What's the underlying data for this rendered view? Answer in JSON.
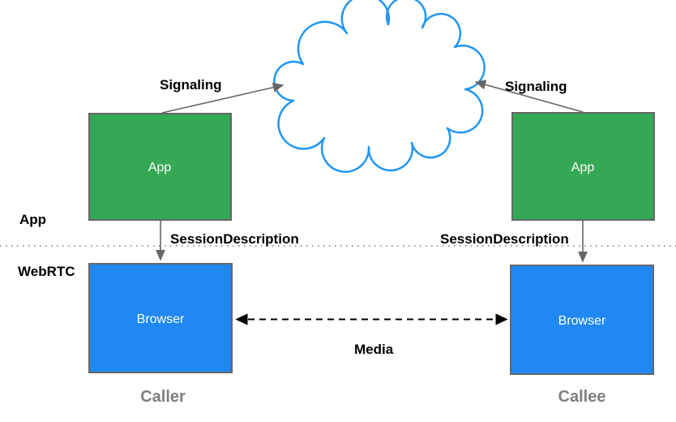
{
  "nodes": {
    "caller_app": {
      "label": "App"
    },
    "callee_app": {
      "label": "App"
    },
    "caller_browser": {
      "label": "Browser"
    },
    "callee_browser": {
      "label": "Browser"
    }
  },
  "edges": {
    "signaling_left": {
      "label": "Signaling"
    },
    "signaling_right": {
      "label": "Signaling"
    },
    "session_description_left": {
      "label": "SessionDescription"
    },
    "session_description_right": {
      "label": "SessionDescription"
    },
    "media": {
      "label": "Media"
    }
  },
  "layers": {
    "app": {
      "label": "App"
    },
    "webrtc": {
      "label": "WebRTC"
    }
  },
  "roles": {
    "caller": {
      "label": "Caller"
    },
    "callee": {
      "label": "Callee"
    }
  },
  "colors": {
    "app_box_fill": "#35a855",
    "browser_box_fill": "#2088f2",
    "box_border": "#666666",
    "cloud_stroke": "#2196f3",
    "cloud_fill": "#ffffff",
    "arrow_gray": "#666666",
    "arrow_black": "#000000",
    "label_text": "#000000",
    "node_text": "#ffffff",
    "role_text": "#7f7f7f",
    "divider": "#999999"
  }
}
